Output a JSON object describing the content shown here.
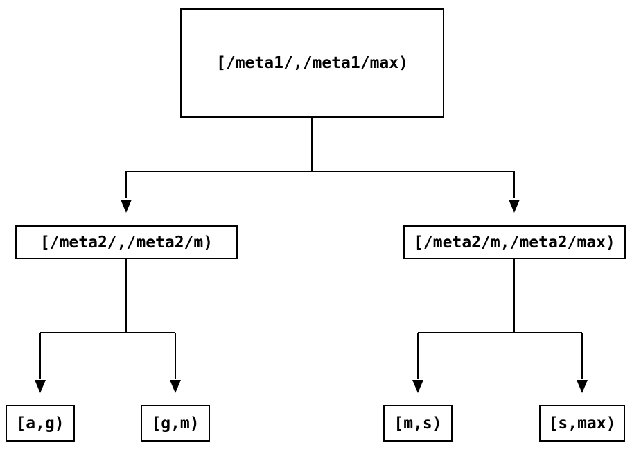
{
  "diagram": {
    "type": "tree",
    "background_color": "#ffffff",
    "line_color": "#000000",
    "text_color": "#000000",
    "node_fill_color": "#ffffff",
    "nodes": {
      "root": {
        "label": "[/meta1/,/meta1/max)"
      },
      "left": {
        "label": "[/meta2/,/meta2/m)"
      },
      "right": {
        "label": "[/meta2/m,/meta2/max)"
      },
      "leaf1": {
        "label": "[a,g)"
      },
      "leaf2": {
        "label": "[g,m)"
      },
      "leaf3": {
        "label": "[m,s)"
      },
      "leaf4": {
        "label": "[s,max)"
      }
    },
    "edges": [
      {
        "from": "root",
        "to": "left"
      },
      {
        "from": "root",
        "to": "right"
      },
      {
        "from": "left",
        "to": "leaf1"
      },
      {
        "from": "left",
        "to": "leaf2"
      },
      {
        "from": "right",
        "to": "leaf3"
      },
      {
        "from": "right",
        "to": "leaf4"
      }
    ]
  }
}
